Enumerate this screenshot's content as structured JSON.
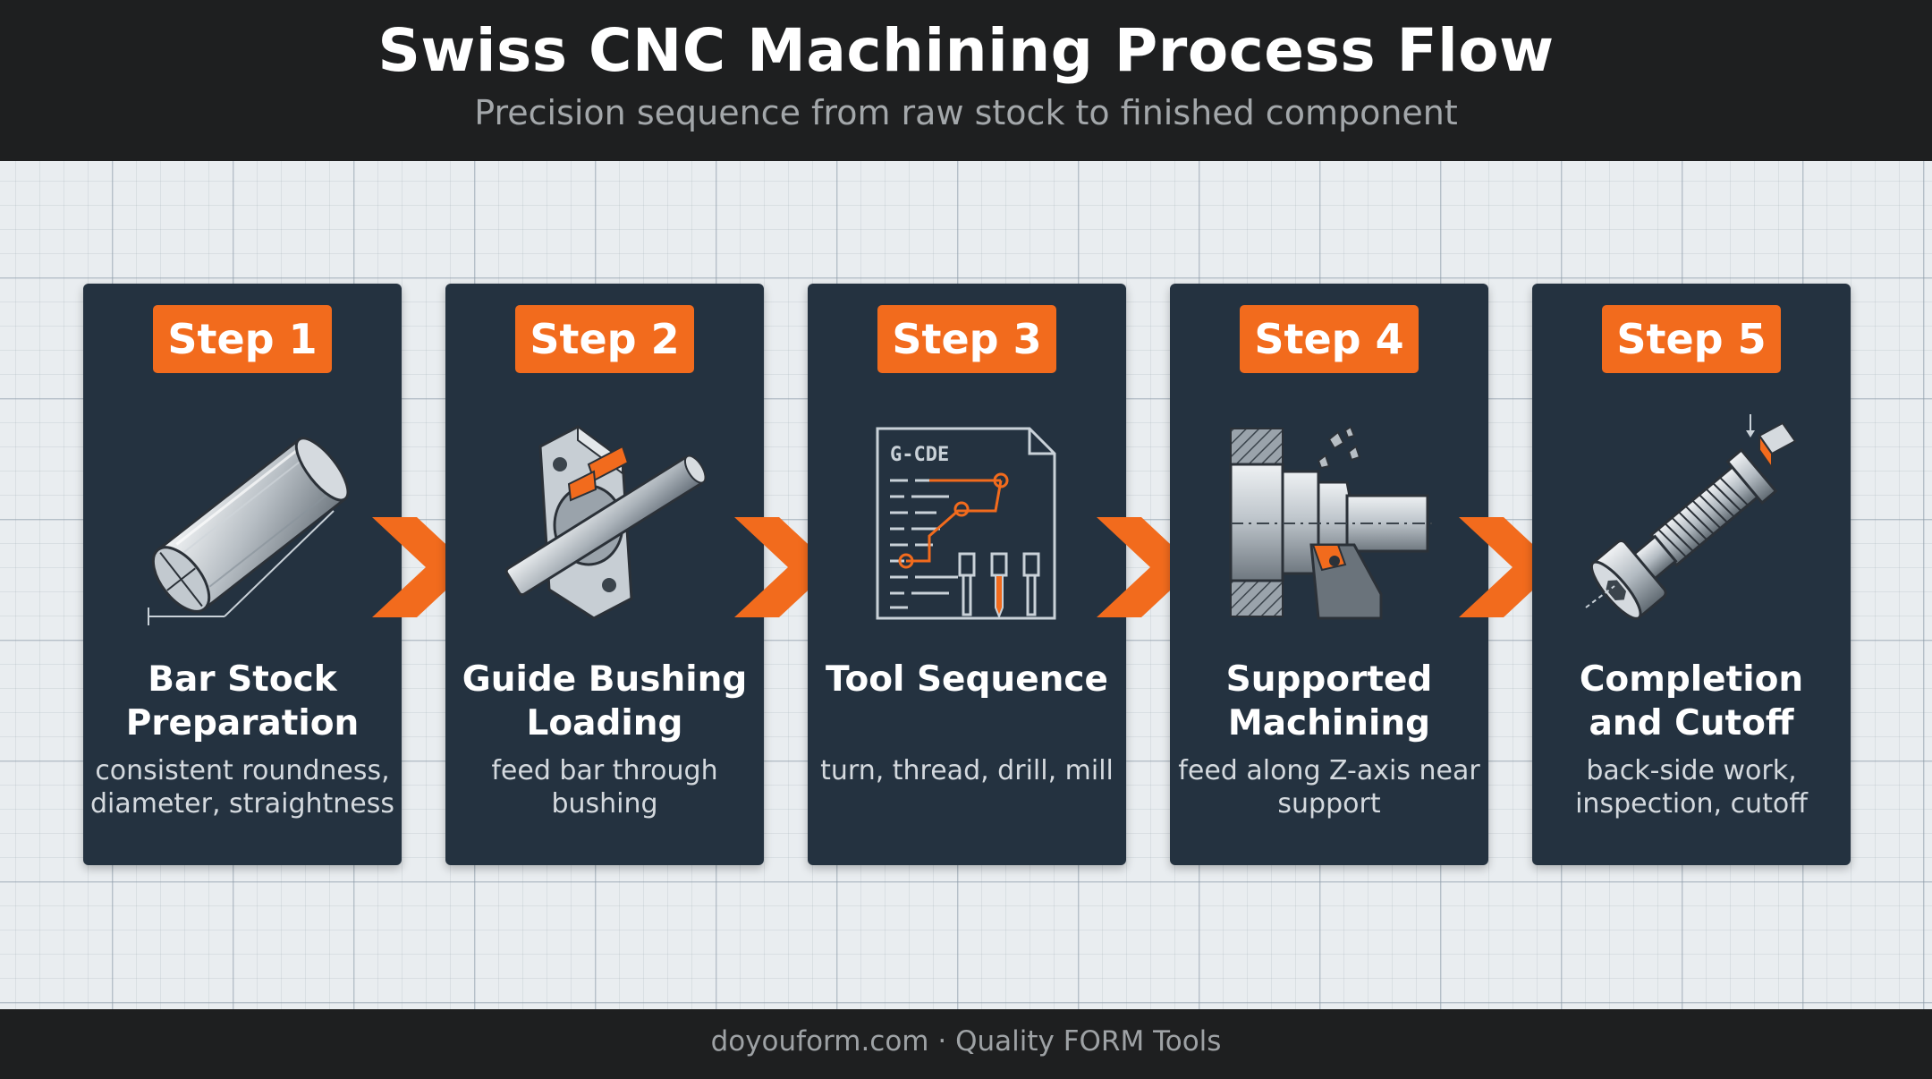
{
  "header": {
    "title": "Swiss CNC Machining Process Flow",
    "subtitle": "Precision sequence from raw stock to finished component"
  },
  "steps": [
    {
      "badge": "Step 1",
      "title": "Bar Stock Preparation",
      "desc": "consistent roundness, diameter, straightness",
      "icon": "bar-stock-icon"
    },
    {
      "badge": "Step 2",
      "title": "Guide Bushing Loading",
      "desc": "feed bar through bushing",
      "icon": "guide-bushing-icon"
    },
    {
      "badge": "Step 3",
      "title": "Tool Sequence",
      "desc": "turn, thread, drill, mill",
      "icon": "gcode-tools-icon",
      "icon_label": "G-CDE"
    },
    {
      "badge": "Step 4",
      "title": "Supported Machining",
      "desc": "feed along Z-axis near support",
      "icon": "lathe-turning-icon"
    },
    {
      "badge": "Step 5",
      "title": "Completion and Cutoff",
      "desc": "back-side work, inspection, cutoff",
      "icon": "finished-bolt-icon"
    }
  ],
  "footer": {
    "text": "doyouform.com · Quality FORM Tools"
  },
  "colors": {
    "accent": "#f26b1d",
    "card": "#243240",
    "header": "#1e1f20"
  }
}
